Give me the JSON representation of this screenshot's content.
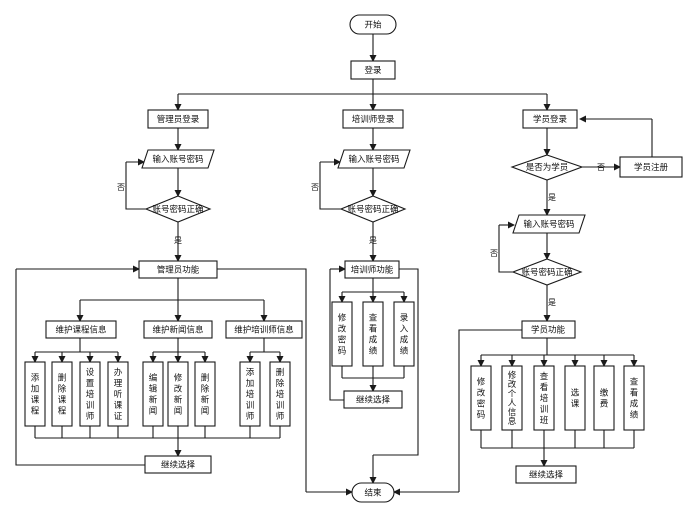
{
  "nodes": {
    "start": "开始",
    "login": "登录",
    "admin_login": "管理员登录",
    "trainer_login": "培训师登录",
    "student_login": "学员登录",
    "admin_input": "输入账号密码",
    "trainer_input": "输入账号密码",
    "student_input": "输入账号密码",
    "admin_check": "账号密码正确",
    "trainer_check": "账号密码正确",
    "student_check": "账号密码正确",
    "is_student": "是否为学员",
    "student_register": "学员注册",
    "admin_func": "管理员功能",
    "trainer_func": "培训师功能",
    "student_func": "学员功能",
    "maintain_course": "维护课程信息",
    "maintain_news": "维护新闻信息",
    "maintain_trainer": "维护培训师信息",
    "continue_admin": "继续选择",
    "continue_trainer": "继续选择",
    "continue_student": "继续选择",
    "end": "结束"
  },
  "course_ops": [
    "添加课程",
    "删除课程",
    "设置培训师",
    "办理听课证"
  ],
  "news_ops": [
    "编辑新闻",
    "修改新闻",
    "删除新闻"
  ],
  "trainer_ops": [
    "添加培训师",
    "删除培训师"
  ],
  "trainer_func_ops": [
    "修改密码",
    "查看成绩",
    "录入成绩"
  ],
  "student_ops": [
    "修改密码",
    "修改个人信息",
    "查看培训班",
    "选课",
    "缴费",
    "查看成绩"
  ],
  "edge_labels": {
    "yes": "是",
    "no": "否"
  }
}
